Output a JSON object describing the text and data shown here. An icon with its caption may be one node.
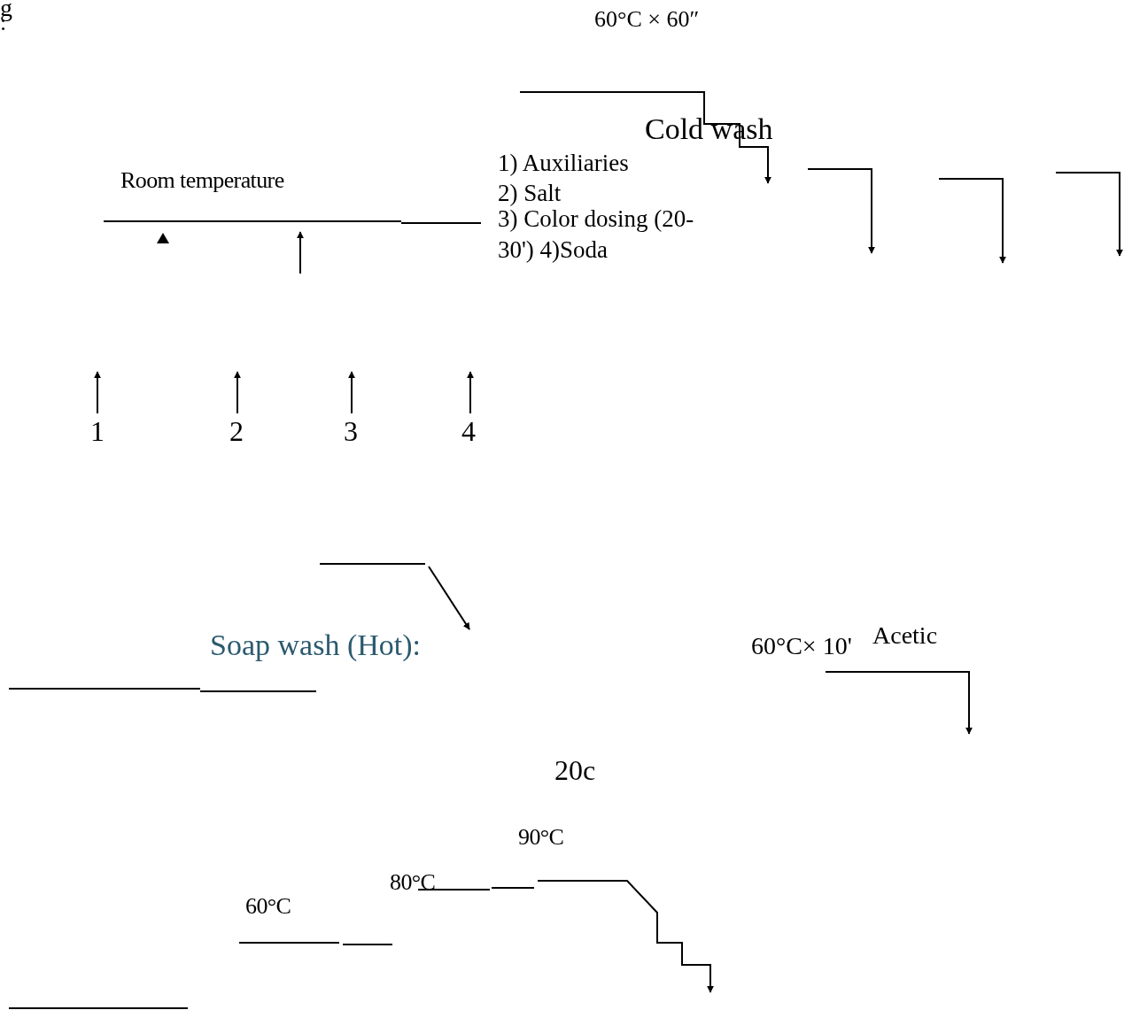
{
  "diagram": {
    "labels": [
      "g",
      ":",
      "60°C × 60ʺ",
      "Cold wash",
      "Room temperature",
      "1) Auxiliaries",
      "2) Salt",
      "3) Color dosing (20-30') 4)Soda",
      "1",
      "2",
      "3",
      "4",
      "Soap wash (Hot):",
      "60°C× 10'",
      "Acetic",
      "20c",
      "90°C",
      "80°C",
      "60°C"
    ]
  }
}
